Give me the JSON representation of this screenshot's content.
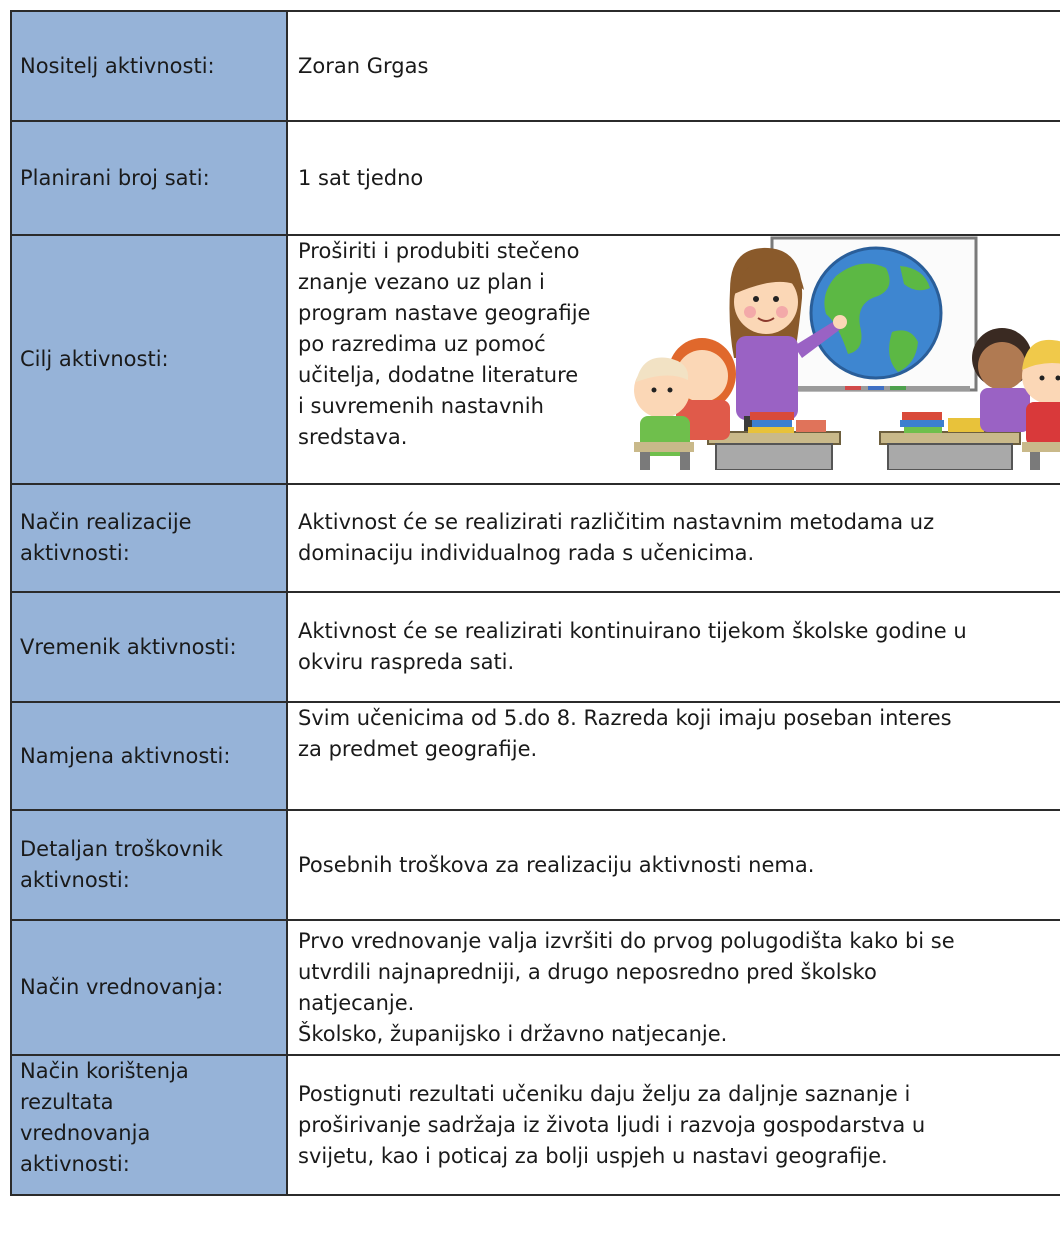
{
  "rows": [
    {
      "label": "Nositelj aktivnosti:",
      "value": "Zoran Grgas"
    },
    {
      "label": "Planirani broj sati:",
      "value": "1 sat tjedno"
    },
    {
      "label": "Cilj aktivnosti:",
      "value": "Proširiti i produbiti stečeno\nznanje vezano uz plan i\nprogram nastave geografije\npo razredima uz pomoć\nučitelja, dodatne literature\ni suvremenih nastavnih\nsredstava."
    },
    {
      "label": "Način realizacije\naktivnosti:",
      "value": "Aktivnost će se realizirati različitim nastavnim metodama uz\ndominaciju individualnog rada s učenicima."
    },
    {
      "label": "Vremenik aktivnosti:",
      "value": "Aktivnost će se realizirati kontinuirano tijekom školske godine u\nokviru raspreda sati."
    },
    {
      "label": "Namjena aktivnosti:",
      "value": "Svim učenicima od 5.do 8. Razreda koji imaju poseban interes\nza predmet geografije."
    },
    {
      "label": "Detaljan troškovnik\naktivnosti:",
      "value": "Posebnih troškova za realizaciju aktivnosti nema."
    },
    {
      "label": "Način vrednovanja:",
      "value": "Prvo vrednovanje valja izvršiti do prvog polugodišta kako bi se\nutvrdili najnapredniji, a drugo neposredno pred školsko\nnatjecanje.\nŠkolsko, županijsko i državno natjecanje."
    },
    {
      "label": "Način korištenja\nrezultata\nvrednovanja\naktivnosti:",
      "value": "Postignuti rezultati učeniku daju želju za daljnje saznanje i\nproširivanje sadržaja iz života ljudi i razvoja gospodarstva u\nsvijetu, kao i poticaj za bolji uspjeh u nastavi geografije."
    }
  ],
  "illustration": "classroom-teacher-globe-clipart",
  "colors": {
    "label_bg": "#96b3d8",
    "border": "#2b2b2b"
  }
}
